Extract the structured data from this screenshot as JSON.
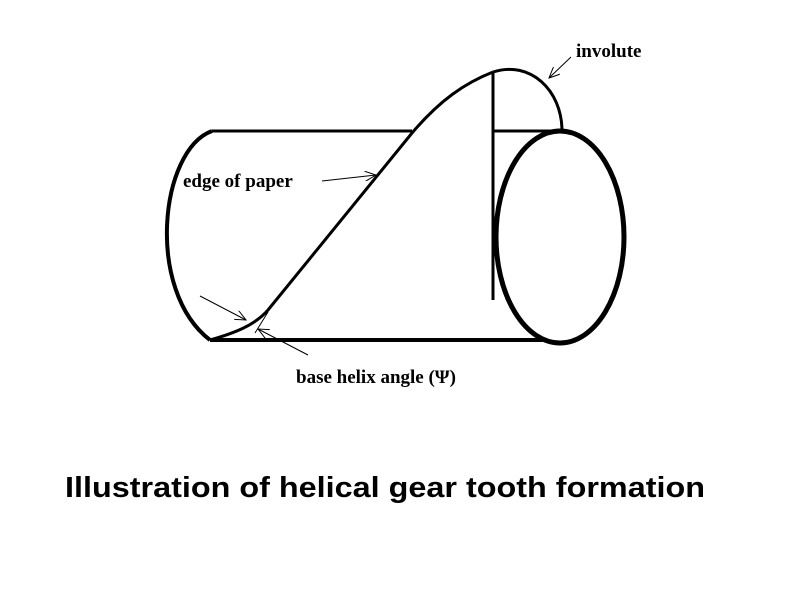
{
  "diagram": {
    "labels": {
      "involute": "involute",
      "edge_of_paper": "edge of paper",
      "base_helix_angle": "base helix angle (Ψ)"
    },
    "title": "Illustration of helical gear tooth formation",
    "colors": {
      "line": "#000000",
      "background": "#ffffff"
    }
  }
}
